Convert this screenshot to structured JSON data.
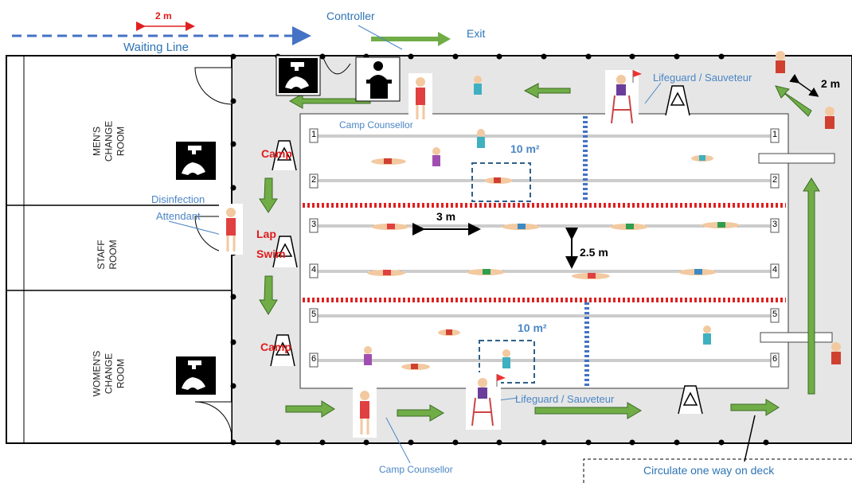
{
  "labels": {
    "controller": "Controller",
    "exit": "Exit",
    "waiting_line": "Waiting Line",
    "two_m_top": "2 m",
    "two_m_right": "2 m",
    "lifeguard_top": "Lifeguard / Sauveteur",
    "lifeguard_bottom": "Lifeguard / Sauveteur",
    "camp_counsellor_top": "Camp Counsellor",
    "camp_counsellor_bottom": "Camp Counsellor",
    "disinfection": "Disinfection",
    "attendant": "Attendant",
    "camp_top": "Camp",
    "lap": "Lap",
    "swim": "Swim",
    "camp_bottom": "Camp",
    "area_top": "10 m²",
    "area_bottom": "10 m²",
    "three_m": "3 m",
    "two_five_m": "2.5 m",
    "circulate": "Circulate one way on deck"
  },
  "rooms": {
    "mens_line1": "MEN'S",
    "mens_line2": "CHANGE",
    "mens_line3": "ROOM",
    "staff_line1": "STAFF",
    "staff_line2": "ROOM",
    "womens_line1": "WOMEN'S",
    "womens_line2": "CHANGE",
    "womens_line3": "ROOM"
  },
  "lanes": [
    "1",
    "2",
    "3",
    "4",
    "5",
    "6"
  ],
  "colors": {
    "deck": "#e6e6e6",
    "arrow_green": "#70ad47",
    "lane_rope_red": "#e02020",
    "lane_rope_blue": "#4472c4",
    "label_blue": "#4a86c5",
    "label_red": "#e01b1b"
  }
}
